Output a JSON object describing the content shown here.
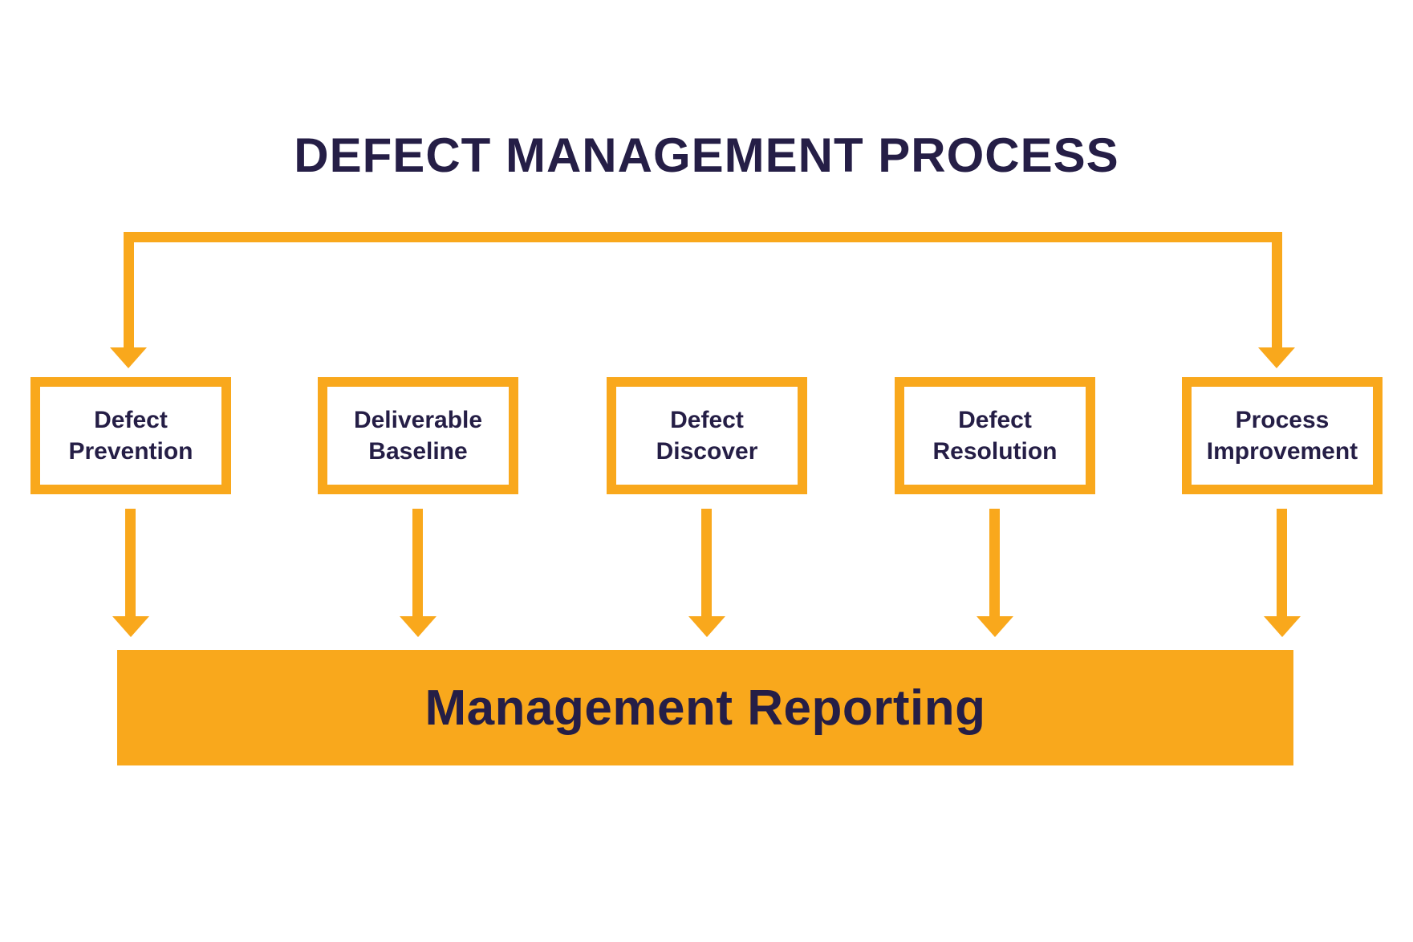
{
  "title": "DEFECT MANAGEMENT PROCESS",
  "colors": {
    "accent_orange": "#F9A81C",
    "dark_navy": "#251E46",
    "background": "#FFFFFF"
  },
  "steps": [
    {
      "label": "Defect\nPrevention"
    },
    {
      "label": "Deliverable\nBaseline"
    },
    {
      "label": "Defect\nDiscover"
    },
    {
      "label": "Defect\nResolution"
    },
    {
      "label": "Process\nImprovement"
    }
  ],
  "footer_bar": {
    "label": "Management Reporting"
  }
}
